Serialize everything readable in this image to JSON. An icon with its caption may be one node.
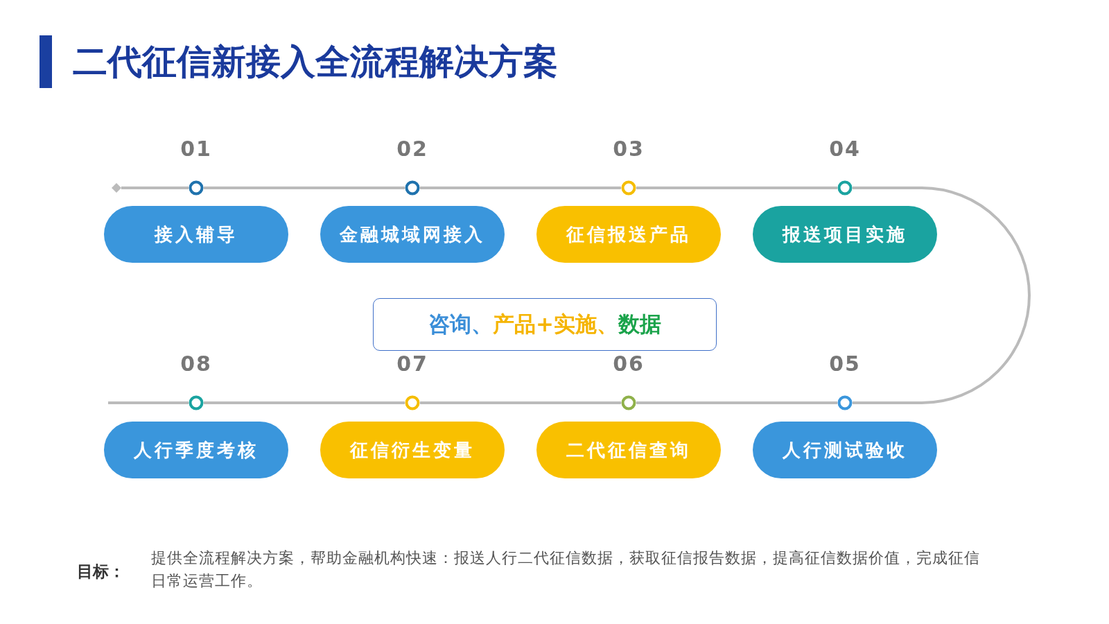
{
  "diagram": {
    "title": "二代征信新接入全流程解决方案",
    "nodes": [
      {
        "text": [],
        "shape": "circle"
      },
      {
        "text": [],
        "shape": "circle"
      },
      {
        "text": [],
        "shape": "circle"
      },
      {
        "text": [],
        "shape": "circle"
      },
      {
        "text": [],
        "shape": "circle"
      },
      {
        "text": [],
        "shape": "circle"
      },
      {
        "text": [],
        "shape": "circle"
      },
      {
        "text": [],
        "shape": "circle"
      },
      {
        "text": [
          "接入辅导"
        ]
      },
      {
        "text": [
          "金融城域网接入"
        ]
      },
      {
        "text": [
          "征信报送产品"
        ]
      },
      {
        "text": [
          "报送项目实施"
        ]
      },
      {
        "text": [
          "人行测试验收"
        ]
      },
      {
        "text": [
          "二代征信查询"
        ]
      },
      {
        "text": [
          "征信衍生变量"
        ]
      },
      {
        "text": [
          "人行季度考核"
        ]
      },
      {
        "text": [
          "咨询、",
          "产品+实施、",
          "数据"
        ]
      },
      {
        "text": [],
        "shape": "diamond"
      }
    ],
    "edges": [
      {
        "from": 17,
        "to": 0,
        "arrow": "none"
      },
      {
        "from": 0,
        "to": 1,
        "arrow": "none"
      },
      {
        "from": 1,
        "to": 2,
        "arrow": "none"
      },
      {
        "from": 2,
        "to": 3,
        "arrow": "none"
      },
      {
        "from": 3,
        "to": 4,
        "arrow": "none"
      },
      {
        "from": 4,
        "to": 5,
        "arrow": "none"
      },
      {
        "from": 5,
        "to": 6,
        "arrow": "none"
      },
      {
        "from": 6,
        "to": 7,
        "arrow": "none"
      },
      {
        "from": 7,
        "to": null,
        "arrow": "none"
      }
    ],
    "labels": [
      "01",
      "02",
      "03",
      "04",
      "08",
      "07",
      "06",
      "05",
      "目标：",
      "提供全流程解决方案，帮助金融机构快速：报送人行二代征信数据，获取征信报告数据，提高征信数据价值，完成征信日常运营工作。"
    ]
  }
}
